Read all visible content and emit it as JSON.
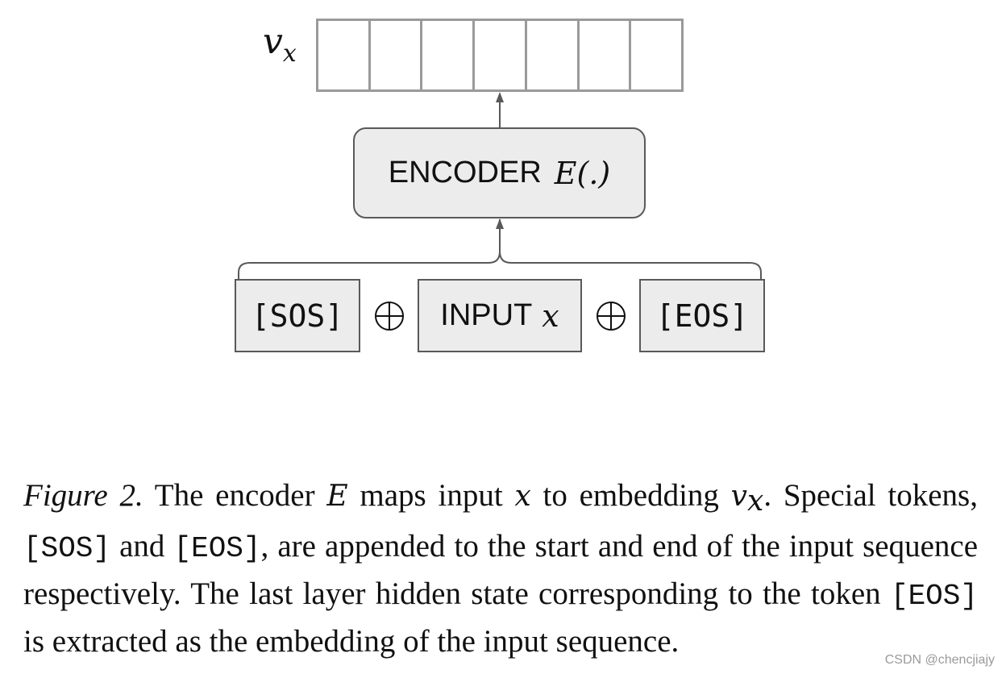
{
  "diagram": {
    "output_label": {
      "symbol": "v",
      "subscript": "x"
    },
    "output_vector": {
      "cells": 7
    },
    "encoder": {
      "label": "ENCODER",
      "function": "E(.)"
    },
    "tokens": {
      "sos": "[SOS]",
      "input": {
        "label": "INPUT",
        "variable": "x"
      },
      "eos": "[EOS]"
    },
    "operator_symbol": "⊕"
  },
  "caption": {
    "figure_label": "Figure 2.",
    "seg1": " The encoder ",
    "E": "E",
    "seg2": " maps input ",
    "x": "x",
    "seg3": " to embedding ",
    "v": "v",
    "v_sub": "x",
    "seg4": ". Special tokens, ",
    "sos": "[SOS]",
    "seg5": " and ",
    "eos1": "[EOS]",
    "seg6": ", are appended to the start and end of the input sequence respectively.  The last layer hidden state corresponding to the token ",
    "eos2": "[EOS]",
    "seg7": " is extracted as the embedding of the input sequence."
  },
  "watermark": "CSDN @chencjiajy",
  "colors": {
    "box_fill": "#ececec",
    "box_border": "#595959",
    "vector_border": "#9a9a9a",
    "text": "#111111"
  }
}
